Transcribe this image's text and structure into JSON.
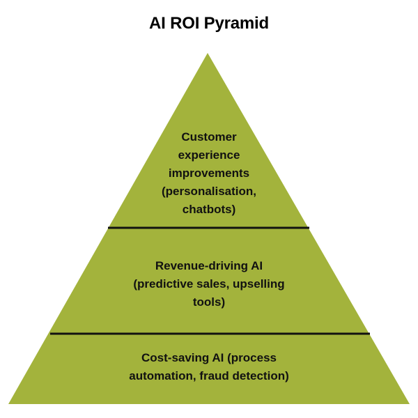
{
  "title": "AI ROI Pyramid",
  "colors": {
    "fill": "#a3b33c",
    "divider": "#111111"
  },
  "tiers": [
    {
      "level": "top",
      "lines": [
        "Customer",
        "experience",
        "improvements",
        "(personalisation,",
        "chatbots)"
      ]
    },
    {
      "level": "middle",
      "lines": [
        "Revenue-driving AI",
        "(predictive sales, upselling",
        "tools)"
      ]
    },
    {
      "level": "bottom",
      "lines": [
        "Cost-saving AI (process",
        "automation, fraud detection)"
      ]
    }
  ]
}
